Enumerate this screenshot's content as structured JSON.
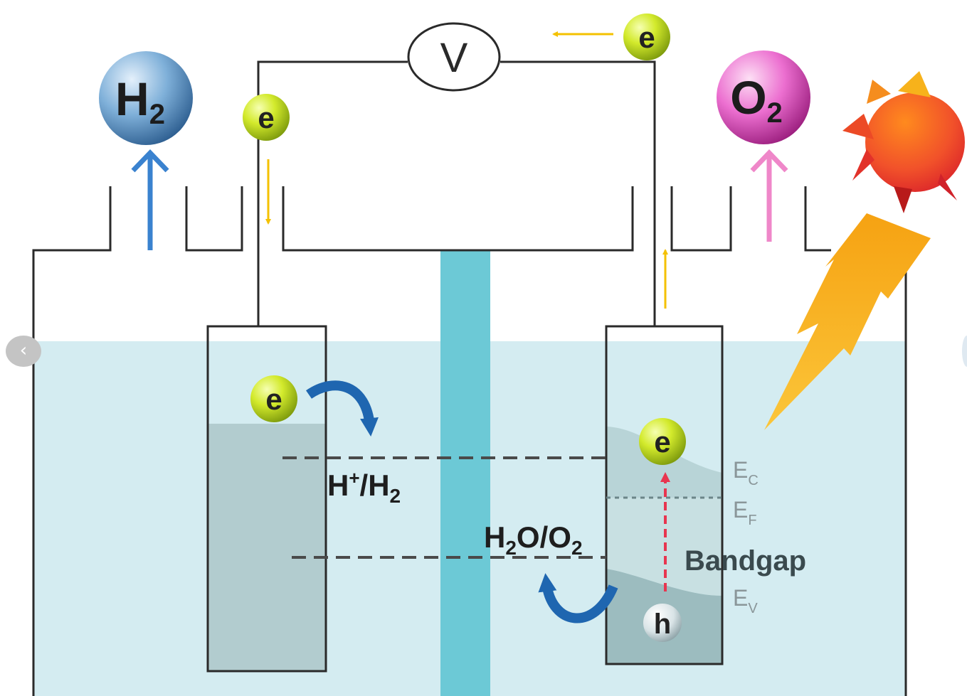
{
  "diagram": {
    "voltmeter_label": "V",
    "electron_label": "e",
    "hole_label": "h",
    "hydrogen": {
      "base": "H",
      "sub": "2"
    },
    "oxygen": {
      "base": "O",
      "sub": "2"
    },
    "redox_h": {
      "a": "H",
      "sup": "+",
      "b": "/H",
      "sub": "2"
    },
    "redox_o": {
      "a": "H",
      "sub1": "2",
      "b": "O/O",
      "sub2": "2"
    },
    "levels": {
      "ec": {
        "base": "E",
        "sub": "C"
      },
      "ef": {
        "base": "E",
        "sub": "F"
      },
      "ev": {
        "base": "E",
        "sub": "V"
      }
    },
    "bandgap_label": "Bandgap"
  },
  "colors": {
    "electrolyte": "#d4ecf1",
    "membrane": "#6cc9d6",
    "electron_ball": "#c9e22a",
    "h2_ball": "#6b9dc9",
    "o2_ball": "#e35ec3",
    "h2_arrow": "#3a82cf",
    "o2_arrow": "#ef87c9",
    "sun": "#ef4e22",
    "bolt": "#f6a715",
    "current_arrow": "#f4c100",
    "reaction_arrow": "#1f66b0",
    "excitation_arrow": "#e8354f"
  },
  "nav": {
    "prev_icon": "‹"
  }
}
